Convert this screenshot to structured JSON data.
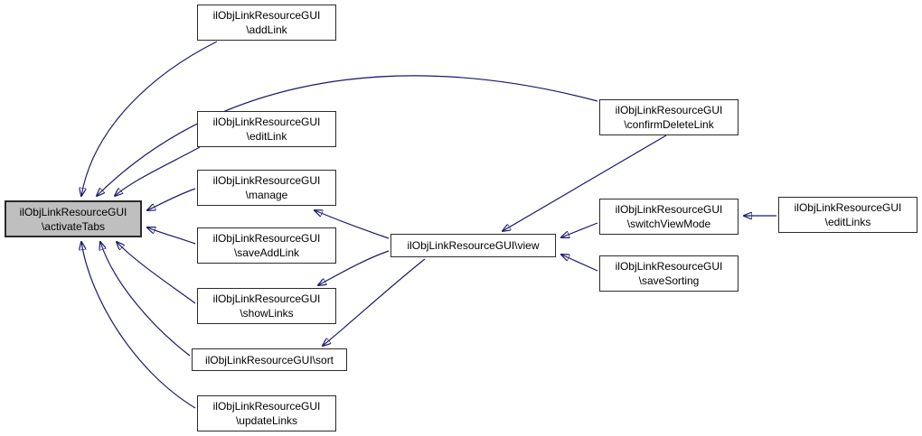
{
  "diagram": {
    "kind": "call-graph",
    "colors": {
      "edge": "#191970",
      "node_border": "#2b2b2b",
      "node_fill": "#ffffff",
      "highlighted_node_fill": "#bfbfbf",
      "text": "#000000",
      "background": "#ffffff"
    },
    "nodes": [
      {
        "id": "activateTabs",
        "line1": "ilObjLinkResourceGUI",
        "line2": "\\activateTabs",
        "highlighted": true
      },
      {
        "id": "addLink",
        "line1": "ilObjLinkResourceGUI",
        "line2": "\\addLink",
        "highlighted": false
      },
      {
        "id": "editLink",
        "line1": "ilObjLinkResourceGUI",
        "line2": "\\editLink",
        "highlighted": false
      },
      {
        "id": "manage",
        "line1": "ilObjLinkResourceGUI",
        "line2": "\\manage",
        "highlighted": false
      },
      {
        "id": "saveAddLink",
        "line1": "ilObjLinkResourceGUI",
        "line2": "\\saveAddLink",
        "highlighted": false
      },
      {
        "id": "showLinks",
        "line1": "ilObjLinkResourceGUI",
        "line2": "\\showLinks",
        "highlighted": false
      },
      {
        "id": "sort",
        "line1": "ilObjLinkResourceGUI\\sort",
        "highlighted": false
      },
      {
        "id": "updateLinks",
        "line1": "ilObjLinkResourceGUI",
        "line2": "\\updateLinks",
        "highlighted": false
      },
      {
        "id": "view",
        "line1": "ilObjLinkResourceGUI\\view",
        "highlighted": false
      },
      {
        "id": "confirmDeleteLink",
        "line1": "ilObjLinkResourceGUI",
        "line2": "\\confirmDeleteLink",
        "highlighted": false
      },
      {
        "id": "switchViewMode",
        "line1": "ilObjLinkResourceGUI",
        "line2": "\\switchViewMode",
        "highlighted": false
      },
      {
        "id": "saveSorting",
        "line1": "ilObjLinkResourceGUI",
        "line2": "\\saveSorting",
        "highlighted": false
      },
      {
        "id": "editLinks",
        "line1": "ilObjLinkResourceGUI",
        "line2": "\\editLinks",
        "highlighted": false
      }
    ],
    "edges": [
      {
        "from": "addLink",
        "to": "activateTabs"
      },
      {
        "from": "confirmDeleteLink",
        "to": "activateTabs"
      },
      {
        "from": "editLink",
        "to": "activateTabs"
      },
      {
        "from": "manage",
        "to": "activateTabs"
      },
      {
        "from": "saveAddLink",
        "to": "activateTabs"
      },
      {
        "from": "showLinks",
        "to": "activateTabs"
      },
      {
        "from": "sort",
        "to": "activateTabs"
      },
      {
        "from": "updateLinks",
        "to": "activateTabs"
      },
      {
        "from": "view",
        "to": "manage"
      },
      {
        "from": "view",
        "to": "showLinks"
      },
      {
        "from": "view",
        "to": "sort"
      },
      {
        "from": "confirmDeleteLink",
        "to": "view"
      },
      {
        "from": "switchViewMode",
        "to": "view"
      },
      {
        "from": "saveSorting",
        "to": "view"
      },
      {
        "from": "editLinks",
        "to": "switchViewMode"
      }
    ]
  }
}
